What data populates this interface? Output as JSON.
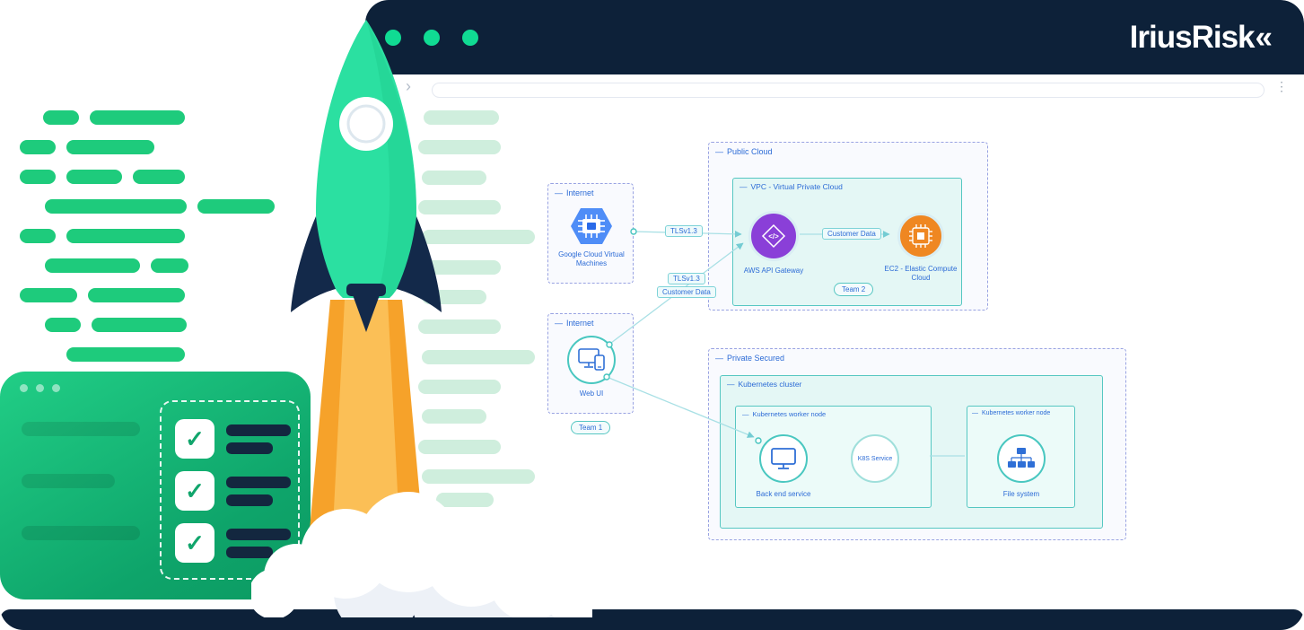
{
  "header": {
    "logo_text": "IriusRisk",
    "logo_mark": "«"
  },
  "browser": {
    "back_chevron": "›",
    "url_value": "",
    "overflow_dots": "⋮"
  },
  "card": {
    "check": "✓"
  },
  "diagram": {
    "zones": {
      "internet_vm": {
        "collapse": "—",
        "label": "Internet",
        "node_label": "Google Cloud Virtual Machines"
      },
      "internet_web": {
        "collapse": "—",
        "label": "Internet",
        "node_label": "Web UI",
        "badge": "Team 1"
      },
      "public_cloud": {
        "collapse": "—",
        "label": "Public Cloud",
        "vpc": {
          "collapse": "—",
          "label": "VPC - Virtual Private Cloud",
          "gateway_label": "AWS API Gateway",
          "gateway_icon_text": "</>",
          "ec2_label": "EC2 - Elastic Compute Cloud",
          "badge": "Team 2"
        }
      },
      "private_secured": {
        "collapse": "—",
        "label": "Private Secured",
        "cluster": {
          "collapse": "—",
          "label": "Kubernetes cluster",
          "worker_left": {
            "collapse": "—",
            "label": "Kubernetes worker node",
            "backend_label": "Back end service",
            "k8s_label": "K8S Service"
          },
          "worker_right": {
            "collapse": "—",
            "label": "Kubernetes worker node",
            "file_label": "File system"
          }
        }
      }
    },
    "edges": {
      "tls_top": "TLSv1.3",
      "tls_mid": "TLSv1.3",
      "customer_mid": "Customer Data",
      "customer_vpc": "Customer Data"
    }
  },
  "colors": {
    "navy": "#0d2139",
    "brand_green": "#10db93",
    "bar_green": "#1ecb7c",
    "bar_mint": "#cfeedd",
    "teal": "#49c7c0",
    "diagram_blue": "#2c6bd6",
    "zone_border": "#99a3e2",
    "aws_purple": "#8a3fd8",
    "ec2_orange": "#ef8722",
    "gcp_blue": "#4f8df7",
    "flame_orange": "#f6a22a",
    "card_green": "#12b173"
  }
}
